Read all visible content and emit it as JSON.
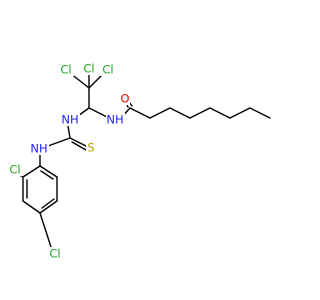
{
  "colors": {
    "background": "#ffffff",
    "bond": "#000000",
    "chlorine": "#1fa51f",
    "nitrogen": "#1f1fff",
    "oxygen": "#ff0000",
    "sulfur": "#b8a400",
    "hydrogen": "#000000"
  },
  "atoms": {
    "cl_top": "Cl",
    "cl_left": "Cl",
    "cl_right": "Cl",
    "nh_left": "NH",
    "nh_right": "NH",
    "o": "O",
    "s": "S",
    "nh_aryl": "NH",
    "cl_ortho": "Cl",
    "cl_para": "Cl"
  }
}
